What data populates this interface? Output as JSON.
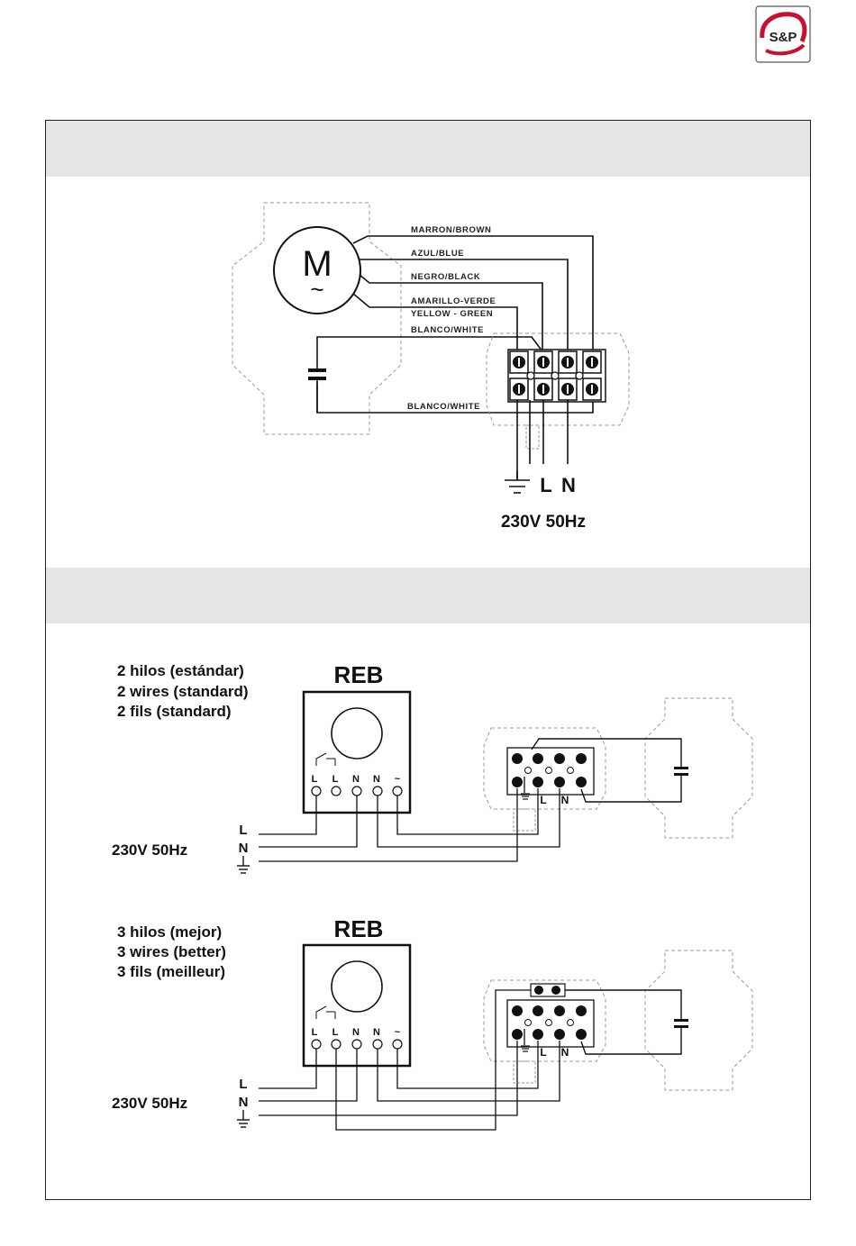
{
  "logo": {
    "text": "S&P"
  },
  "diagram1": {
    "motor_symbol": "M",
    "motor_tilde": "~",
    "wires": [
      {
        "label": "MARRON/BROWN"
      },
      {
        "label": "AZUL/BLUE"
      },
      {
        "label": "NEGRO/BLACK"
      },
      {
        "label": "AMARILLO-VERDE"
      },
      {
        "label": "YELLOW - GREEN"
      },
      {
        "label": "BLANCO/WHITE"
      },
      {
        "label": "BLANCO/WHITE"
      }
    ],
    "supply_labels": [
      "L",
      "N"
    ],
    "supply": "230V 50Hz"
  },
  "diagram2": {
    "title_lines": [
      "2 hilos (estándar)",
      "2 wires (standard)",
      "2 fils (standard)"
    ],
    "controller": "REB",
    "terminals": [
      "L",
      "L",
      "N",
      "N",
      "~"
    ],
    "block_labels": [
      "L",
      "N"
    ],
    "supply_labels": [
      "L",
      "N"
    ],
    "supply": "230V 50Hz"
  },
  "diagram3": {
    "title_lines": [
      "3 hilos (mejor)",
      "3 wires (better)",
      "3 fils (meilleur)"
    ],
    "controller": "REB",
    "terminals": [
      "L",
      "L",
      "N",
      "N",
      "~"
    ],
    "block_labels": [
      "L",
      "N"
    ],
    "supply_labels": [
      "L",
      "N"
    ],
    "supply": "230V 50Hz"
  },
  "colors": {
    "line": "#111111",
    "dashed": "#999999",
    "band": "#e5e5e5",
    "logo_red": "#c8102e"
  }
}
